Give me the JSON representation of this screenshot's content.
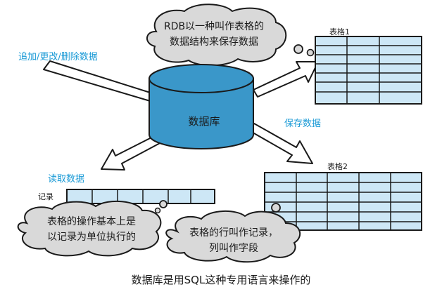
{
  "cloud_top": {
    "line1": "RDB以一种叫作表格的",
    "line2": "数据结构来保存数据"
  },
  "label_modify": "追加/更改/删除数据",
  "label_read": "读取数据",
  "label_save": "保存数据",
  "database_label": "数据库",
  "table1_label": "表格1",
  "table2_label": "表格2",
  "record_label": "记录",
  "cloud_left": {
    "line1": "表格的操作基本上是",
    "line2": "以记录为单位执行的"
  },
  "cloud_right": {
    "line1": "表格的行叫作记录，",
    "line2": "列叫作字段"
  },
  "caption": "数据库是用SQL这种专用语言来操作的",
  "colors": {
    "blue": "#3a97c9",
    "grid_fill": "#cde7f6",
    "cloud_fill": "#d9d9d9",
    "label_blue": "#1a9ad6",
    "ink": "#1a1a1a"
  }
}
